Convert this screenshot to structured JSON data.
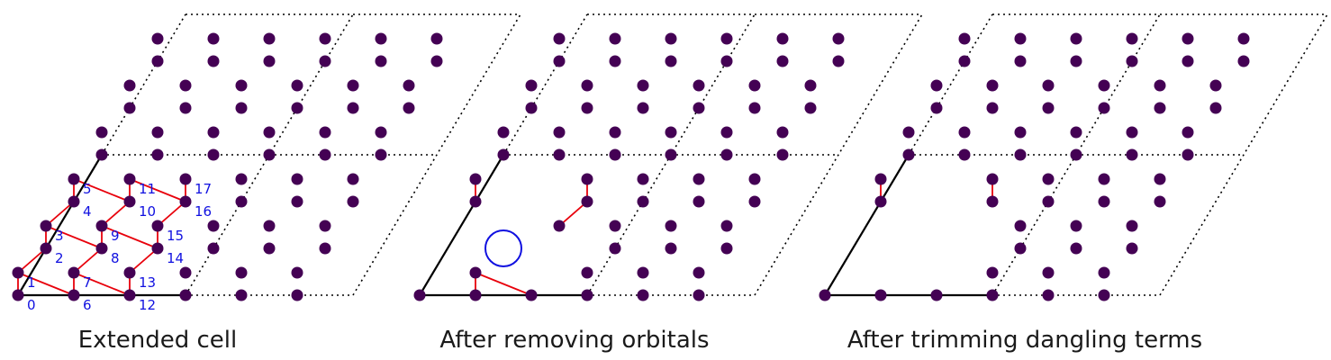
{
  "panels": [
    {
      "id": "extended",
      "caption": "Extended cell",
      "show_labels": true,
      "removed": [],
      "trimmed": [],
      "ring": null,
      "labels": [
        "0",
        "1",
        "2",
        "3",
        "4",
        "5",
        "6",
        "7",
        "8",
        "9",
        "10",
        "11",
        "12",
        "13",
        "14",
        "15",
        "16",
        "17"
      ]
    },
    {
      "id": "removed",
      "caption": "After removing orbitals",
      "show_labels": false,
      "removed": [
        1,
        2,
        3,
        8,
        9,
        10,
        11,
        13,
        14
      ],
      "trimmed": [],
      "ring": 8
    },
    {
      "id": "trimmed",
      "caption": "After trimming dangling terms",
      "show_labels": false,
      "removed": [
        1,
        2,
        3,
        8,
        9,
        10,
        11,
        13,
        14
      ],
      "trimmed": [
        7,
        8,
        15
      ],
      "ring": null
    }
  ],
  "colors": {
    "atom": "#440154",
    "bond": "#e8000b",
    "cell_edge": "#000000",
    "label": "#1010e0",
    "ring": "#1010e0"
  }
}
